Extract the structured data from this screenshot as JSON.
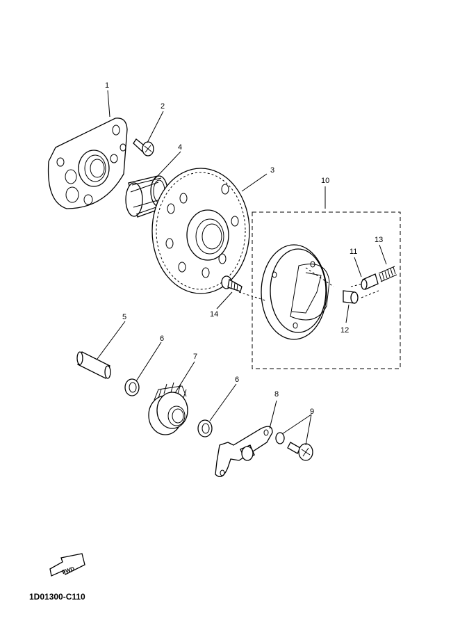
{
  "diagram": {
    "callouts": [
      "1",
      "2",
      "3",
      "4",
      "5",
      "6",
      "6",
      "7",
      "8",
      "9",
      "10",
      "11",
      "12",
      "13",
      "14"
    ],
    "fwd_label": "FWD",
    "reference_code": "1D01300-C110"
  }
}
